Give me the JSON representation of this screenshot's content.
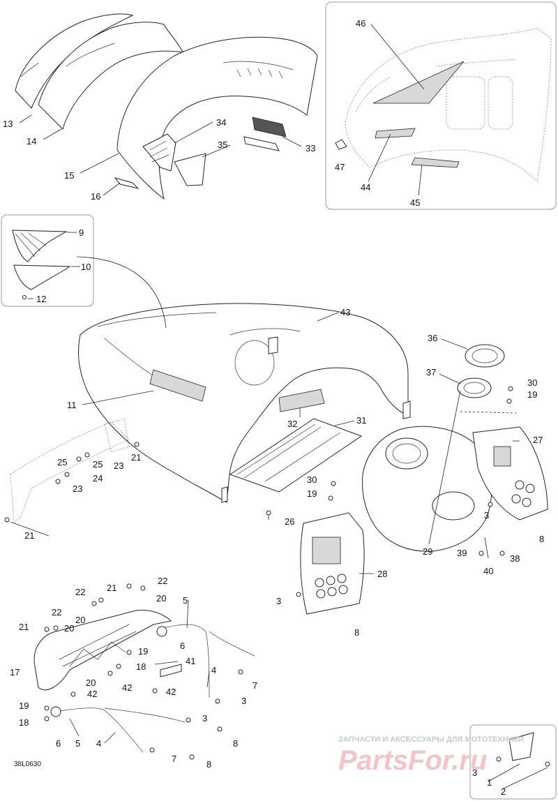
{
  "diagram": {
    "reference_code": "38L0630",
    "watermark": {
      "tagline": "ЗАПЧАСТИ И АКСЕССУАРЫ ДЛЯ МОТОТЕХНИКИ",
      "logo": "PartsFor.ru"
    },
    "labels": [
      {
        "id": "l13",
        "text": "13"
      },
      {
        "id": "l14",
        "text": "14"
      },
      {
        "id": "l15",
        "text": "15"
      },
      {
        "id": "l16",
        "text": "16"
      },
      {
        "id": "l34",
        "text": "34"
      },
      {
        "id": "l35",
        "text": "35"
      },
      {
        "id": "l33",
        "text": "33"
      },
      {
        "id": "l46",
        "text": "46"
      },
      {
        "id": "l47",
        "text": "47"
      },
      {
        "id": "l44",
        "text": "44"
      },
      {
        "id": "l45",
        "text": "45"
      },
      {
        "id": "l9",
        "text": "9"
      },
      {
        "id": "l10",
        "text": "10"
      },
      {
        "id": "l12",
        "text": "12"
      },
      {
        "id": "l43",
        "text": "43"
      },
      {
        "id": "l11",
        "text": "11"
      },
      {
        "id": "l36",
        "text": "36"
      },
      {
        "id": "l37",
        "text": "37"
      },
      {
        "id": "l30a",
        "text": "30"
      },
      {
        "id": "l19a",
        "text": "19"
      },
      {
        "id": "l32",
        "text": "32"
      },
      {
        "id": "l31",
        "text": "31"
      },
      {
        "id": "l27",
        "text": "27"
      },
      {
        "id": "l21a",
        "text": "21"
      },
      {
        "id": "l25a",
        "text": "25"
      },
      {
        "id": "l25b",
        "text": "25"
      },
      {
        "id": "l23a",
        "text": "23"
      },
      {
        "id": "l24",
        "text": "24"
      },
      {
        "id": "l23b",
        "text": "23"
      },
      {
        "id": "l30b",
        "text": "30"
      },
      {
        "id": "l19b",
        "text": "19"
      },
      {
        "id": "l26",
        "text": "26"
      },
      {
        "id": "l21b",
        "text": "21"
      },
      {
        "id": "l3a",
        "text": "3"
      },
      {
        "id": "l8a",
        "text": "8"
      },
      {
        "id": "l29",
        "text": "29"
      },
      {
        "id": "l39",
        "text": "39"
      },
      {
        "id": "l38",
        "text": "38"
      },
      {
        "id": "l40",
        "text": "40"
      },
      {
        "id": "l28",
        "text": "28"
      },
      {
        "id": "l3b",
        "text": "3"
      },
      {
        "id": "l8b",
        "text": "8"
      },
      {
        "id": "l22a",
        "text": "22"
      },
      {
        "id": "l21c",
        "text": "21"
      },
      {
        "id": "l22b",
        "text": "22"
      },
      {
        "id": "l20a",
        "text": "20"
      },
      {
        "id": "l5a",
        "text": "5"
      },
      {
        "id": "l22c",
        "text": "22"
      },
      {
        "id": "l20b",
        "text": "20"
      },
      {
        "id": "l21d",
        "text": "21"
      },
      {
        "id": "l20c",
        "text": "20"
      },
      {
        "id": "l6a",
        "text": "6"
      },
      {
        "id": "l19c",
        "text": "19"
      },
      {
        "id": "l41",
        "text": "41"
      },
      {
        "id": "l18a",
        "text": "18"
      },
      {
        "id": "l4a",
        "text": "4"
      },
      {
        "id": "l17",
        "text": "17"
      },
      {
        "id": "l20d",
        "text": "20"
      },
      {
        "id": "l42a",
        "text": "42"
      },
      {
        "id": "l7a",
        "text": "7"
      },
      {
        "id": "l42b",
        "text": "42"
      },
      {
        "id": "l42c",
        "text": "42"
      },
      {
        "id": "l3c",
        "text": "3"
      },
      {
        "id": "l19d",
        "text": "19"
      },
      {
        "id": "l18b",
        "text": "18"
      },
      {
        "id": "l3d",
        "text": "3"
      },
      {
        "id": "l6b",
        "text": "6"
      },
      {
        "id": "l5b",
        "text": "5"
      },
      {
        "id": "l4b",
        "text": "4"
      },
      {
        "id": "l8c",
        "text": "8"
      },
      {
        "id": "l7b",
        "text": "7"
      },
      {
        "id": "l8d",
        "text": "8"
      },
      {
        "id": "l3e",
        "text": "3"
      },
      {
        "id": "l1",
        "text": "1"
      },
      {
        "id": "l2",
        "text": "2"
      }
    ]
  }
}
